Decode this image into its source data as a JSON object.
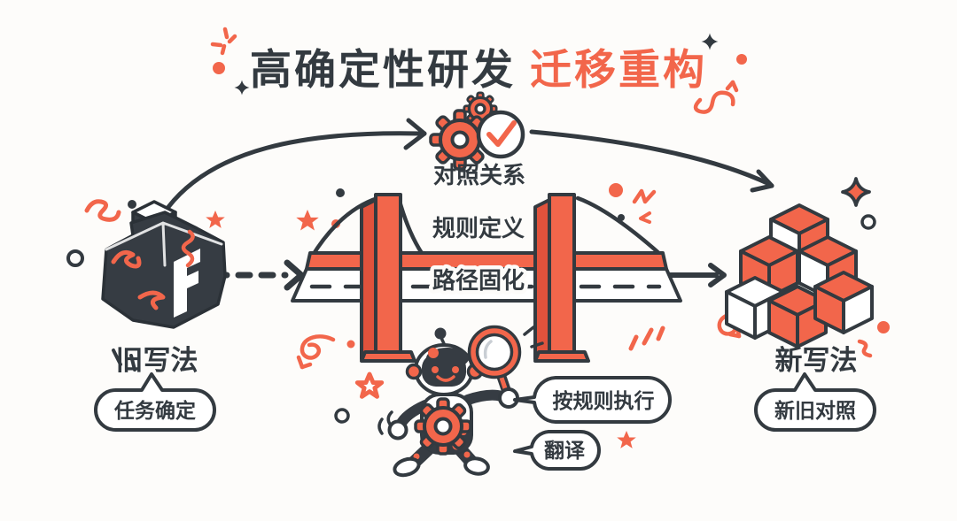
{
  "title": {
    "part1": "高确定性研发",
    "part2": "迁移重构"
  },
  "palette": {
    "ink": "#333A40",
    "accent": "#F2664B",
    "accent_deep": "#E0523C",
    "background": "#FDFCFA"
  },
  "flow": {
    "top_node": {
      "icons": [
        "gears-icon",
        "check-badge-icon"
      ],
      "label": "对照关系"
    },
    "left_node": {
      "icon": "old-code-cube-icon",
      "label": "旧写法",
      "bubble": "任务确定"
    },
    "bridge": {
      "icon": "suspension-bridge-icon",
      "label_upper": "规则定义",
      "label_road": "路径固化"
    },
    "right_node": {
      "icon": "new-code-cubes-icon",
      "label": "新写法",
      "bubble": "新旧对照"
    },
    "robot": {
      "icon": "robot-with-magnifier-and-gear-icon",
      "bubble_main": "按规则执行",
      "bubble_small": "翻译"
    }
  }
}
